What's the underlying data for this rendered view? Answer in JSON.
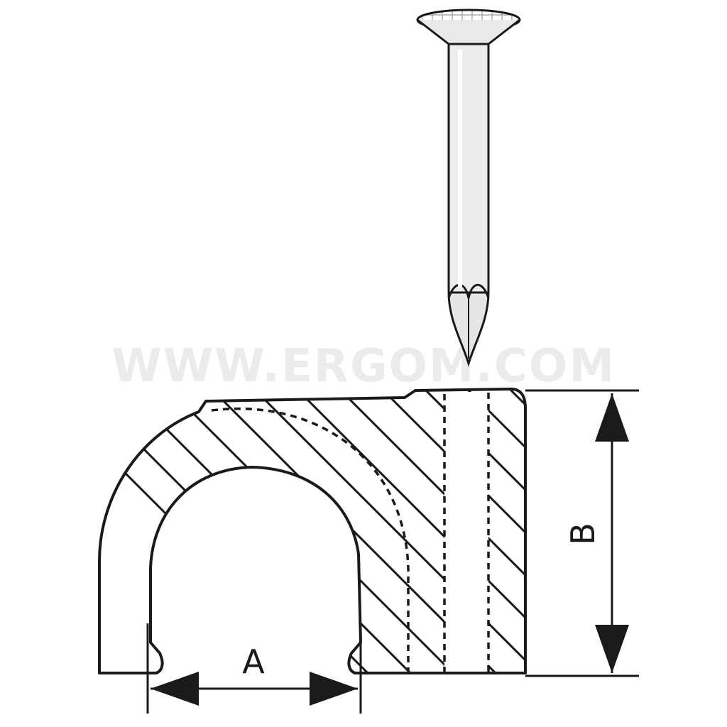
{
  "watermark": "WWW.ERGOM.COM",
  "dimensions": {
    "width_label": "A",
    "height_label": "B"
  },
  "colors": {
    "line": "#1a1a1a",
    "nail_fill": "#e9e9e9",
    "watermark": "#ebebeb"
  },
  "icons": [
    "nail-icon",
    "cable-clip-icon"
  ]
}
